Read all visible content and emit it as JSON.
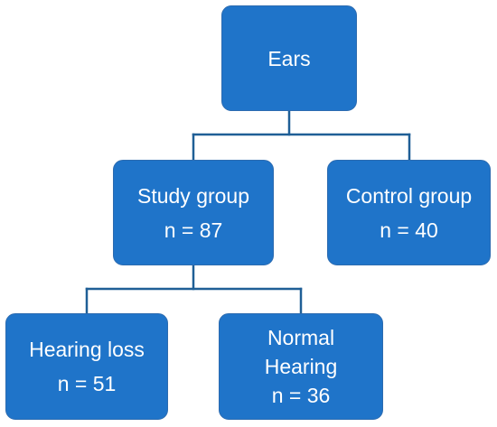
{
  "diagram": {
    "accent_color": "#1f74c9",
    "connector_color": "#1f5f96",
    "nodes": {
      "ears": {
        "label": "Ears"
      },
      "study_group": {
        "label": "Study group",
        "count": "n = 87"
      },
      "control_group": {
        "label": "Control group",
        "count": "n = 40"
      },
      "hearing_loss": {
        "label": "Hearing loss",
        "count": "n = 51"
      },
      "normal_hearing": {
        "label_line1": "Normal",
        "label_line2": "Hearing",
        "count": "n = 36"
      }
    }
  }
}
